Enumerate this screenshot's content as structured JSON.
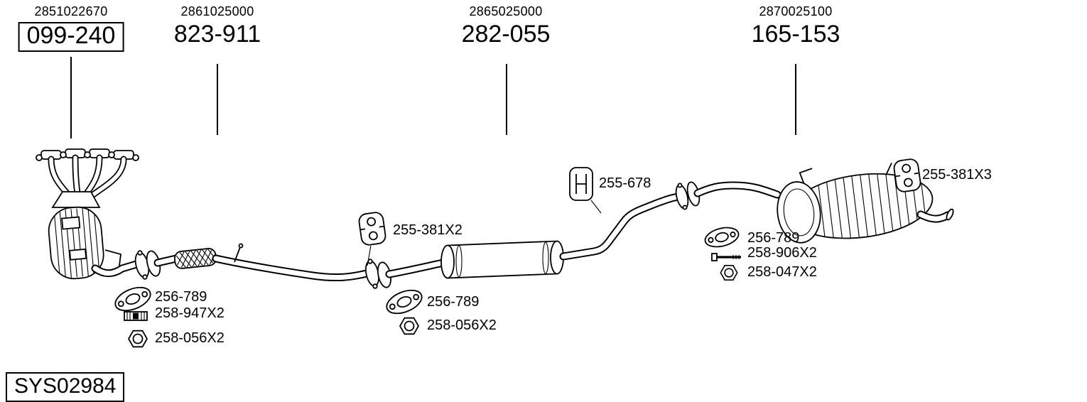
{
  "header": {
    "sections": [
      {
        "oem": "2851022670",
        "part": "099-240"
      },
      {
        "oem": "2861025000",
        "part": "823-911"
      },
      {
        "oem": "2865025000",
        "part": "282-055"
      },
      {
        "oem": "2870025100",
        "part": "165-153"
      }
    ]
  },
  "callouts": {
    "hanger_mid_label": "255-381X2",
    "bracket_label": "255-678",
    "hanger_rear_label": "255-381X3",
    "front_joint": {
      "gasket": "256-789",
      "stud_kit": "258-947X2",
      "nut": "258-056X2"
    },
    "mid_joint": {
      "gasket": "256-789",
      "nut": "258-056X2"
    },
    "rear_joint": {
      "gasket": "256-789",
      "bolt": "258-906X2",
      "nut": "258-047X2"
    }
  },
  "footer": {
    "system_id": "SYS02984"
  },
  "icons": [
    "rubber-hanger-icon",
    "mount-bracket-icon",
    "gasket-icon",
    "stud-kit-icon",
    "hex-nut-icon",
    "bolt-icon"
  ],
  "colors": {
    "line": "#000000",
    "background": "#ffffff"
  }
}
